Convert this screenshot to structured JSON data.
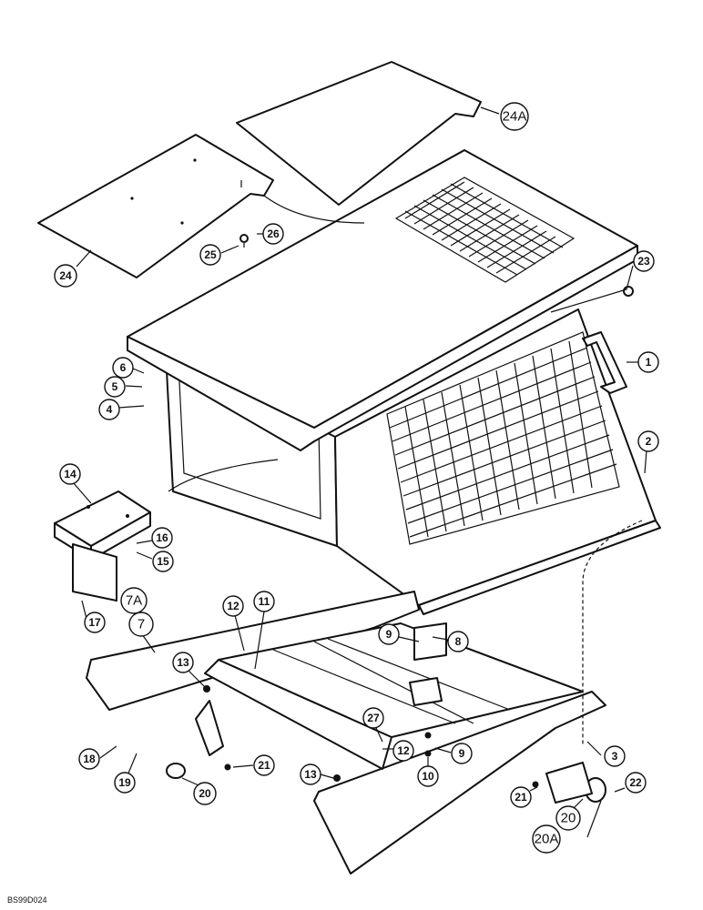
{
  "figure_id": "BS99D024",
  "callouts": [
    {
      "id": "c24a",
      "label": "24A",
      "big": true
    },
    {
      "id": "c24",
      "label": "24"
    },
    {
      "id": "c26",
      "label": "26"
    },
    {
      "id": "c25",
      "label": "25"
    },
    {
      "id": "c23",
      "label": "23"
    },
    {
      "id": "c1",
      "label": "1"
    },
    {
      "id": "c6",
      "label": "6"
    },
    {
      "id": "c5",
      "label": "5"
    },
    {
      "id": "c4",
      "label": "4"
    },
    {
      "id": "c2",
      "label": "2"
    },
    {
      "id": "c14",
      "label": "14"
    },
    {
      "id": "c16",
      "label": "16"
    },
    {
      "id": "c15",
      "label": "15"
    },
    {
      "id": "c7a",
      "label": "7A",
      "big": true
    },
    {
      "id": "c7",
      "label": "7",
      "big": true
    },
    {
      "id": "c17",
      "label": "17"
    },
    {
      "id": "c12a",
      "label": "12"
    },
    {
      "id": "c11",
      "label": "11"
    },
    {
      "id": "c9a",
      "label": "9"
    },
    {
      "id": "c8",
      "label": "8"
    },
    {
      "id": "c13a",
      "label": "13"
    },
    {
      "id": "c27",
      "label": "27"
    },
    {
      "id": "c12b",
      "label": "12"
    },
    {
      "id": "c9b",
      "label": "9"
    },
    {
      "id": "c10",
      "label": "10"
    },
    {
      "id": "c3",
      "label": "3"
    },
    {
      "id": "c18",
      "label": "18"
    },
    {
      "id": "c19",
      "label": "19"
    },
    {
      "id": "c20a",
      "label": "20"
    },
    {
      "id": "c21a",
      "label": "21"
    },
    {
      "id": "c13b",
      "label": "13"
    },
    {
      "id": "c21b",
      "label": "21"
    },
    {
      "id": "c20b",
      "label": "20",
      "big": true
    },
    {
      "id": "c20aa",
      "label": "20A",
      "big": true
    },
    {
      "id": "c22",
      "label": "22"
    }
  ]
}
